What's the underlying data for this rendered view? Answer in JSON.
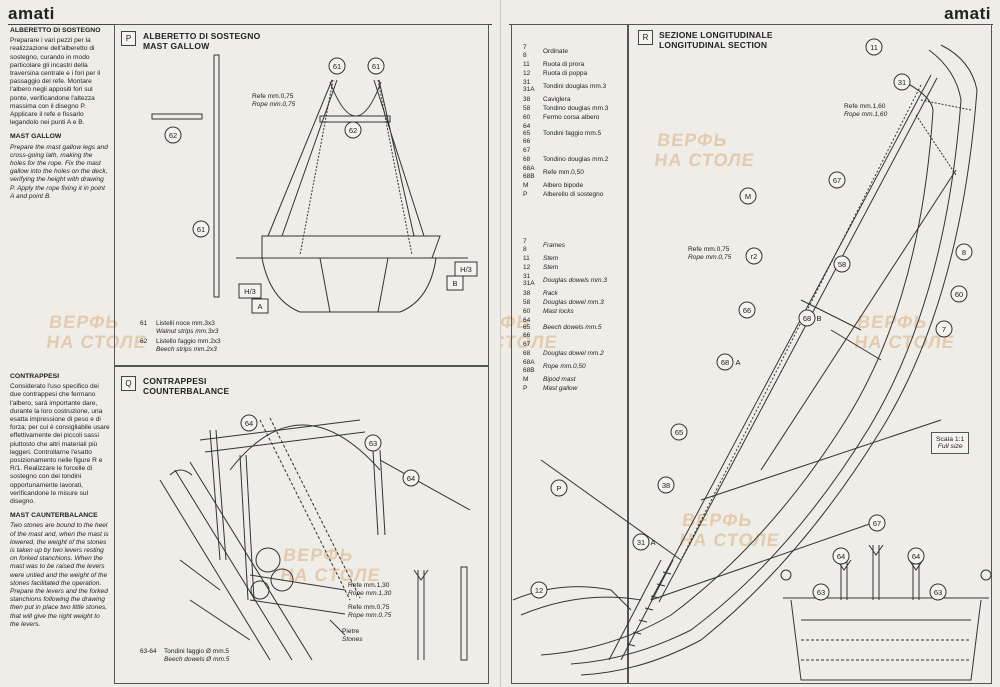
{
  "brand": "amati",
  "watermark": {
    "line1": "ВЕРФЬ",
    "line2": "НА СТОЛЕ"
  },
  "left": {
    "col_heading_it": "ALBERETTO DI SOSTEGNO",
    "col_text_it": "Preparare i vari pezzi per la realizzazione dell'alberetto di sostegno, curando in modo particolare gli incastri della traversina centrale e i fori per il passaggio del refe. Montare l'albero negli appositi fori sul ponte, verificandone l'altezza massima con il disegno P. Applicare il refe e fissarlo legandolo nei punti A e B.",
    "col_heading_en": "MAST GALLOW",
    "col_text_en": "Prepare the mast gallow legs and cross-going lath, making the holes for the rope. Fix the mast gallow into the holes on the deck, verifying the height with drawing P. Apply the rope fixing it in point A and point B.",
    "col_heading2_it": "CONTRAPPESI",
    "col_text2_it": "Considerato l'uso specifico dei due contrappesi che fermano l'albero, sarà importante dare, durante la loro costruzione, una esatta impressione di peso e di forza; per cui è consigliabile usare effettivamente dei piccoli sassi piuttosto che altri materiali più leggeri. Controllarne l'esatto posizionamento nelle figure R e R/1. Realizzare le forcelle di sostegno con dei tondini opportunamente lavorati, verificandone le misure sul disegno.",
    "col_heading2_en": "MAST CAUNTERBALANCE",
    "col_text2_en": "Two stones are bound to the heel of the mast and, when the mast is lowered, the weight of the stones is taken up by two levers resting on forked stanchions. When the mast was to be raised the levers were untied and the weight of the stones facilitated the operation. Prepare the levers and the forked stanchions following the drawing then put in place two little stones, that will give the right weight to the levers.",
    "section_p": {
      "badge": "P",
      "title_it": "ALBERETTO DI SOSTEGNO",
      "title_en": "MAST GALLOW"
    },
    "section_q": {
      "badge": "Q",
      "title_it": "CONTRAPPESI",
      "title_en": "COUNTERBALANCE"
    },
    "p_rope_it": "Refe mm.0,75",
    "p_rope_en": "Rope mm.0,75",
    "p_labels": {
      "a": "61",
      "b": "61",
      "c": "62",
      "d": "62",
      "e": "61",
      "h3a": "H/3",
      "h3b": "H/3",
      "A": "A",
      "B": "B"
    },
    "p_legend": [
      {
        "num": "61",
        "it": "Listelli noce mm.3x3",
        "en": "Walnut strips mm.3x3"
      },
      {
        "num": "62",
        "it": "Listello faggio mm.2x3",
        "en": "Beech strips mm.2x3"
      }
    ],
    "q_labels": {
      "l64a": "64",
      "l63": "63",
      "l64b": "64"
    },
    "q_rope1_it": "Refe mm.1,30",
    "q_rope1_en": "Rope mm.1,30",
    "q_rope2_it": "Refe mm.0,75",
    "q_rope2_en": "Rope mm.0,75",
    "q_stones_it": "Pietre",
    "q_stones_en": "Stones",
    "q_legend_num": "63-64",
    "q_legend_it": "Tondini faggio Ø mm.5",
    "q_legend_en": "Beech dowels Ø mm.5"
  },
  "right": {
    "section_r": {
      "badge": "R",
      "title_it": "SEZIONE LONGITUDINALE",
      "title_en": "LONGITUDINAL SECTION"
    },
    "legend_it": [
      {
        "num": "7\n8",
        "txt": "Ordinate"
      },
      {
        "num": "11",
        "txt": "Ruota di prora"
      },
      {
        "num": "12",
        "txt": "Ruota di poppa"
      },
      {
        "num": "31\n31A",
        "txt": "Tondini douglas mm.3"
      },
      {
        "num": "38",
        "txt": "Caviglera"
      },
      {
        "num": "58",
        "txt": "Tondino douglas mm.3"
      },
      {
        "num": "60",
        "txt": "Fermo corsa albero"
      },
      {
        "num": "64\n65\n66",
        "txt": "Tondini faggio mm.5"
      },
      {
        "num": "67",
        "txt": ""
      },
      {
        "num": "68",
        "txt": "Tondino douglas mm.2"
      },
      {
        "num": "68A\n68B",
        "txt": "Refe mm.0,50"
      },
      {
        "num": "M",
        "txt": "Albero bipode"
      },
      {
        "num": "P",
        "txt": "Alberello di sostegno"
      }
    ],
    "legend_en": [
      {
        "num": "7\n8",
        "txt": "Frames"
      },
      {
        "num": "11",
        "txt": "Stem"
      },
      {
        "num": "12",
        "txt": "Stem"
      },
      {
        "num": "31\n31A",
        "txt": "Douglas dowels mm.3"
      },
      {
        "num": "38",
        "txt": "Rack"
      },
      {
        "num": "58",
        "txt": "Douglas dowel mm.3"
      },
      {
        "num": "60",
        "txt": "Mast locks"
      },
      {
        "num": "64\n65\n66",
        "txt": "Beech dowels mm.5"
      },
      {
        "num": "67",
        "txt": ""
      },
      {
        "num": "68",
        "txt": "Douglas dowel mm.2"
      },
      {
        "num": "68A\n68B",
        "txt": "Rope mm.0,50"
      },
      {
        "num": "M",
        "txt": "Bipod mast"
      },
      {
        "num": "P",
        "txt": "Mast gallow"
      }
    ],
    "rope1_it": "Refe mm.1,60",
    "rope1_en": "Rope mm.1,60",
    "rope2_it": "Refe mm.0,75",
    "rope2_en": "Rope mm.0,75",
    "scale_it": "Scala 1:1",
    "scale_en": "Full size",
    "labels": {
      "l11": "11",
      "l31": "31",
      "l67": "67",
      "lM": "M",
      "l8": "8",
      "l58": "58",
      "lr2": "r2",
      "l60": "60",
      "l7": "7",
      "l66": "66",
      "l68b": "68",
      "lB": "B",
      "l68a": "68",
      "lA": "A",
      "l65": "65",
      "lP": "P",
      "l38": "38",
      "l31a": "31",
      "lA2": "A",
      "l12": "12",
      "l67b": "67",
      "l64a": "64",
      "l64b": "64",
      "l63a": "63",
      "l63b": "63"
    }
  }
}
